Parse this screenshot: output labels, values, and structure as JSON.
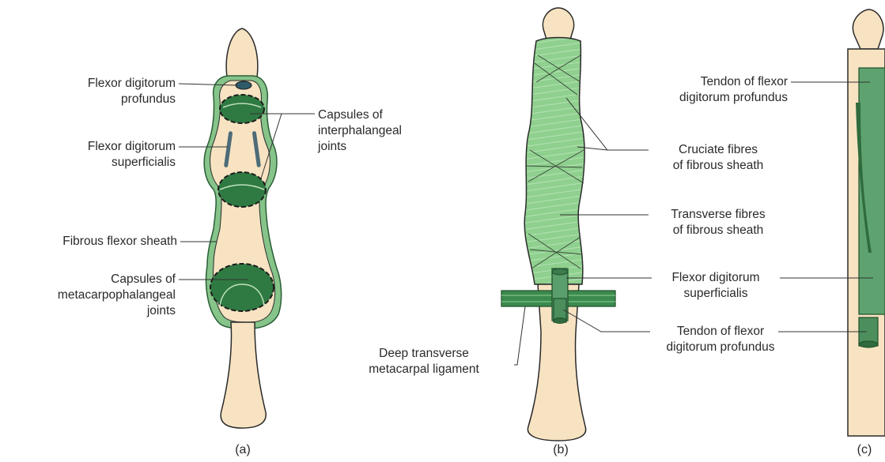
{
  "colors": {
    "bone_fill": "#f7e3c2",
    "bone_outline": "#2a2a2a",
    "sheath_green": "#8cc98a",
    "sheath_dark": "#2f6b3d",
    "capsule_green": "#3d8a4e",
    "tendon_green": "#5aa06a",
    "label_text": "#2a2a2a",
    "leader_line": "#333333"
  },
  "panel_a": {
    "caption": "(a)",
    "labels": {
      "fdp": "Flexor digitorum\nprofundus",
      "capsules_ip": "Capsules of\ninterphalangeal\njoints",
      "fds": "Flexor digitorum\nsuperficialis",
      "fibrous_sheath": "Fibrous flexor sheath",
      "capsules_mcp": "Capsules of\nmetacarpophalangeal\njoints"
    }
  },
  "panel_b": {
    "caption": "(b)",
    "labels": {
      "cruciate": "Cruciate fibres\nof fibrous sheath",
      "transverse": "Transverse fibres\nof fibrous sheath",
      "fds": "Flexor digitorum\nsuperficialis",
      "fdp": "Tendon of flexor\ndigitorum profundus",
      "deep_ligament": "Deep transverse\nmetacarpal ligament"
    }
  },
  "panel_c": {
    "caption": "(c)",
    "labels": {
      "fdp_top": "Tendon of flexor\ndigitorum profundus"
    }
  }
}
